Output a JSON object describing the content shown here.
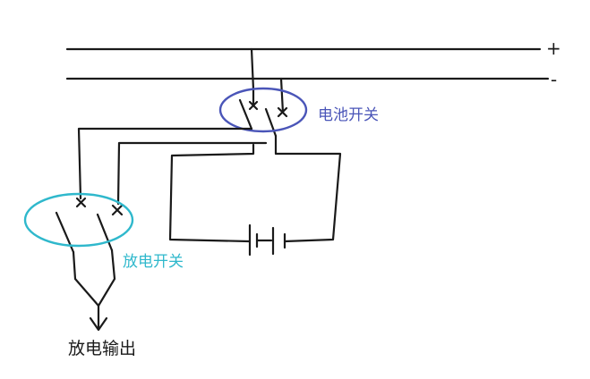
{
  "diagram": {
    "bus": {
      "positive_label": "+",
      "negative_label": "-"
    },
    "battery_switch": {
      "label": "电池开关",
      "color": "#4a55b8"
    },
    "discharge_switch": {
      "label": "放电开关",
      "color": "#2fb8cc"
    },
    "output": {
      "label": "放电输出"
    },
    "wire_color": "#1a1a1a"
  }
}
